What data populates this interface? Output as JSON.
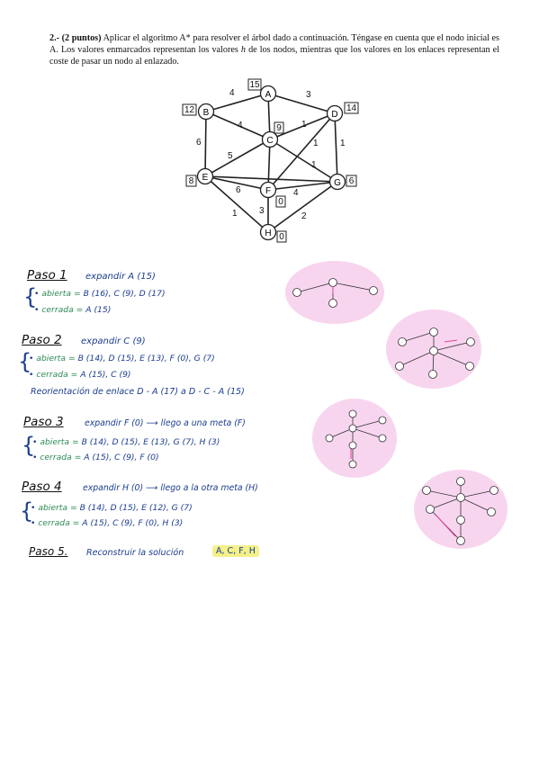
{
  "problem": {
    "lead": "2.- (2 puntos)",
    "text_a": "Aplicar el algoritmo A* para resolver el árbol dado a continuación. Téngase en cuenta que el nodo inicial es A. Los valores enmarcados representan los valores ",
    "h": "h",
    "text_b": " de los nodos, mientras que los valores en los enlaces representan el coste de pasar un nodo al enlazado."
  },
  "graph": {
    "nodes": [
      {
        "id": "A",
        "h": "15"
      },
      {
        "id": "B",
        "h": "12"
      },
      {
        "id": "C",
        "h": "9"
      },
      {
        "id": "D",
        "h": "14"
      },
      {
        "id": "E",
        "h": "8"
      },
      {
        "id": "F",
        "h": "0"
      },
      {
        "id": "G",
        "h": "6"
      },
      {
        "id": "H",
        "h": "0"
      }
    ],
    "edge_costs": [
      "4",
      "3",
      "4",
      "1",
      "6",
      "5",
      "1",
      "1",
      "1",
      "6",
      "4",
      "1",
      "3",
      "2"
    ]
  },
  "steps": {
    "paso1": {
      "title": "Paso 1",
      "action": "expandir A (15)",
      "abierta_label": "abierta =",
      "abierta": "B (16), C (9), D (17)",
      "cerrada_label": "cerrada =",
      "cerrada": "A (15)"
    },
    "paso2": {
      "title": "Paso 2",
      "action": "expandir C (9)",
      "abierta_label": "abierta =",
      "abierta": "B (14), D (15), E (13), F (0), G (7)",
      "cerrada_label": "cerrada =",
      "cerrada": "A (15), C (9)",
      "note": "Reorientación de enlace D - A (17) a D - C - A (15)"
    },
    "paso3": {
      "title": "Paso 3",
      "action": "expandir F (0) ⟶ llego a una meta (F)",
      "abierta_label": "abierta =",
      "abierta": "B (14), D (15), E (13), G (7), H (3)",
      "cerrada_label": "cerrada =",
      "cerrada": "A (15), C (9), F (0)"
    },
    "paso4": {
      "title": "Paso 4",
      "action": "expandir H (0) ⟶ llego a la otra meta (H)",
      "abierta_label": "abierta =",
      "abierta": "B (14), D (15), E (12), G (7)",
      "cerrada_label": "cerrada =",
      "cerrada": "A (15), C (9), F (0), H (3)"
    },
    "paso5": {
      "title": "Paso 5.",
      "action": "Reconstruir la solución",
      "solution": "A, C, F, H"
    }
  }
}
